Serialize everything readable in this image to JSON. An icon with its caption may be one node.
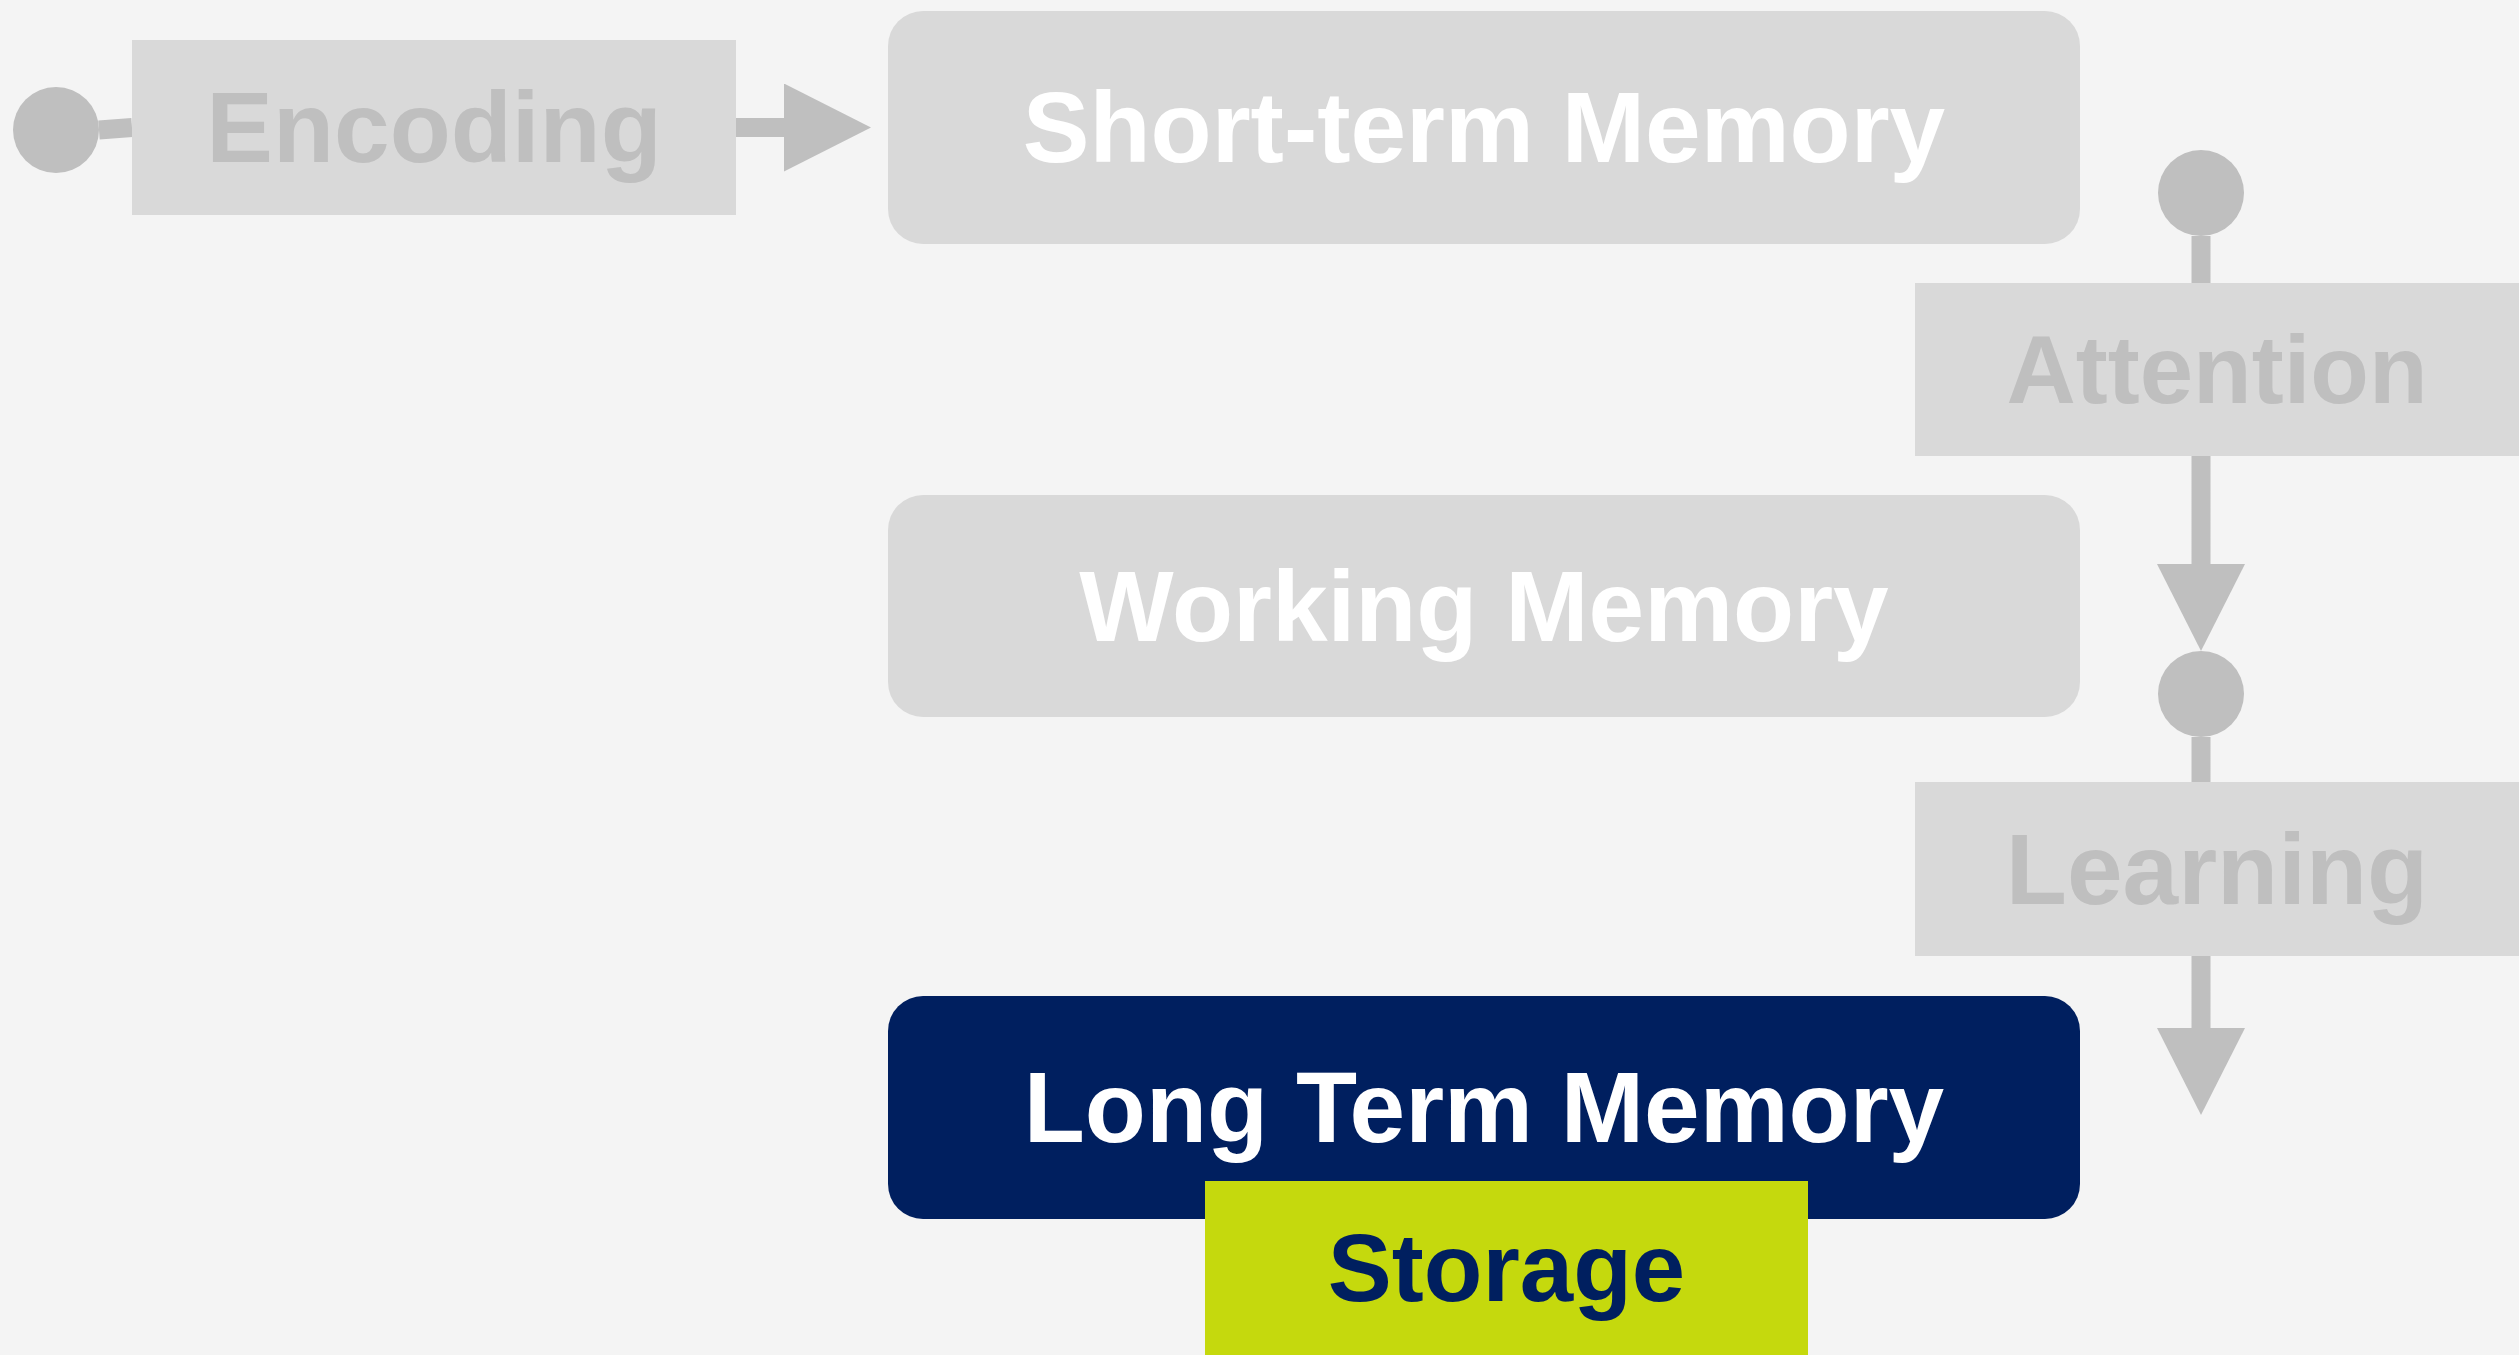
{
  "diagram": {
    "nodes": [
      {
        "text": [],
        "shape": "circle"
      },
      {
        "text": [
          "Encoding"
        ]
      },
      {
        "text": [
          "Short-term Memory"
        ]
      },
      {
        "text": [],
        "shape": "circle"
      },
      {
        "text": [
          "Attention"
        ]
      },
      {
        "text": [
          "Working Memory"
        ]
      },
      {
        "text": [],
        "shape": "circle"
      },
      {
        "text": [
          "Learning"
        ]
      },
      {
        "text": [
          "Long Term Memory"
        ]
      },
      {
        "text": [
          "Storage"
        ]
      }
    ],
    "edges": [
      {
        "from": 0,
        "to": 1,
        "arrow": "none"
      },
      {
        "from": 1,
        "to": 2,
        "arrow": "to"
      },
      {
        "from": 3,
        "to": 4,
        "arrow": "none"
      },
      {
        "from": 4,
        "to": 6,
        "arrow": "to"
      },
      {
        "from": 6,
        "to": 7,
        "arrow": "none"
      },
      {
        "from": 7,
        "to": null,
        "arrow": "to"
      }
    ]
  }
}
